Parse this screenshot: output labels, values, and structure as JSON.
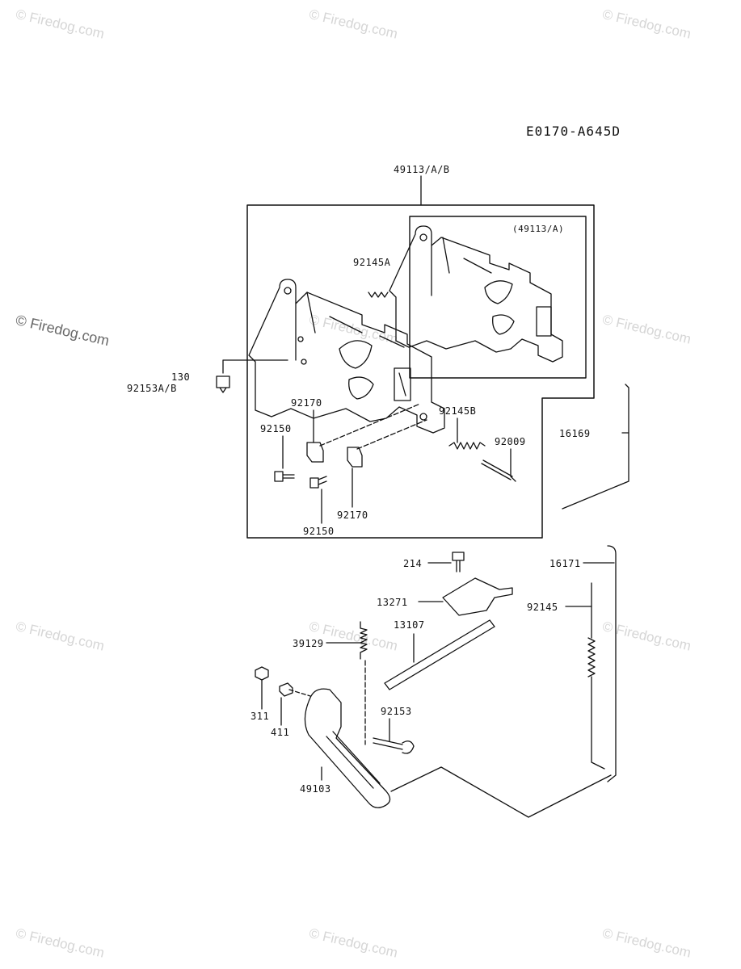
{
  "diagram_code": "E0170-A645D",
  "inset_label": "(49113/A)",
  "watermark": "© Firedog.com",
  "part_numbers": {
    "assembly": "49113/A/B",
    "spring_a": "92145A",
    "spring_b": "92145B",
    "bolt_130": "130",
    "bolt_92153ab": "92153A/B",
    "holder_upper": "92170",
    "holder_lower": "92170",
    "screw_left": "92150",
    "screw_lower": "92150",
    "screw_92009": "92009",
    "rod_16169": "16169",
    "bolt_214": "214",
    "plate_13271": "13271",
    "shaft_13107": "13107",
    "spring_39129": "39129",
    "rod_16171": "16171",
    "spring_92145": "92145",
    "nut_311": "311",
    "washer_411": "411",
    "bolt_92153": "92153",
    "lever_49103": "49103"
  }
}
